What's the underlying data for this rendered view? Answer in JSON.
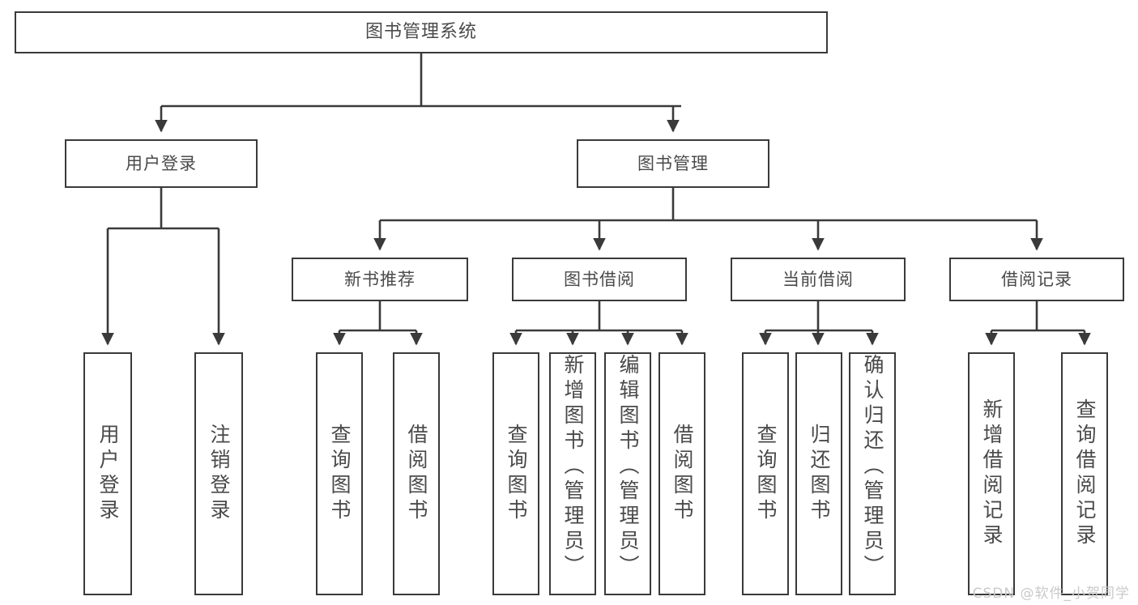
{
  "diagram": {
    "title": "图书管理系统",
    "type": "tree",
    "stroke_color": "#3a3a3a",
    "text_color": "#4a4a4a",
    "background": "#ffffff",
    "root": {
      "label": "图书管理系统"
    },
    "level1": [
      {
        "label": "用户登录"
      },
      {
        "label": "图书管理"
      }
    ],
    "level2": [
      {
        "label": "新书推荐"
      },
      {
        "label": "图书借阅"
      },
      {
        "label": "当前借阅"
      },
      {
        "label": "借阅记录"
      }
    ],
    "leaves": {
      "user_login": [
        {
          "label": "用户登录"
        },
        {
          "label": "注销登录"
        }
      ],
      "new_book_recommend": [
        {
          "label": "查询图书"
        },
        {
          "label": "借阅图书"
        }
      ],
      "book_borrow": [
        {
          "label": "查询图书"
        },
        {
          "label": "新增图书（管理员）"
        },
        {
          "label": "编辑图书（管理员）"
        },
        {
          "label": "借阅图书"
        }
      ],
      "current_borrow": [
        {
          "label": "查询图书"
        },
        {
          "label": "归还图书"
        },
        {
          "label": "确认归还（管理员）"
        }
      ],
      "borrow_record": [
        {
          "label": "新增借阅记录"
        },
        {
          "label": "查询借阅记录"
        }
      ]
    }
  },
  "watermark": {
    "text": "CSDN @软件_小贺同学"
  }
}
